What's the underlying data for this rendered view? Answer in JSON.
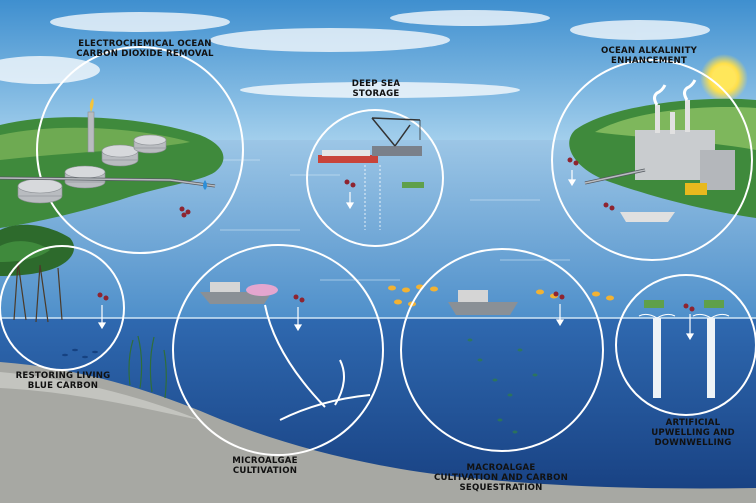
{
  "labels": {
    "electrochemical": [
      "ELECTROCHEMICAL OCEAN",
      "CARBON DIOXIDE REMOVAL"
    ],
    "deep_sea": [
      "DEEP SEA",
      "STORAGE"
    ],
    "alkalinity": [
      "OCEAN ALKALINITY",
      "ENHANCEMENT"
    ],
    "blue_carbon": [
      "RESTORING LIVING",
      "BLUE CARBON"
    ],
    "microalgae": [
      "MICROALGAE",
      "CULTIVATION"
    ],
    "macroalgae": [
      "MACROALGAE",
      "CULTIVATION AND CARBON",
      "SEQUESTRATION"
    ],
    "upwelling": [
      "ARTIFICIAL",
      "UPWELLING AND",
      "DOWNWELLING"
    ]
  },
  "colors": {
    "sky": "#5fa8d8",
    "sea_surface": "#6aa6d4",
    "deep_water": "#1f4f96",
    "seabed": "#a7a8a3",
    "land": "#3f8a3c",
    "co2_particle": "#8e2430",
    "circle_outline": "#ffffff"
  }
}
